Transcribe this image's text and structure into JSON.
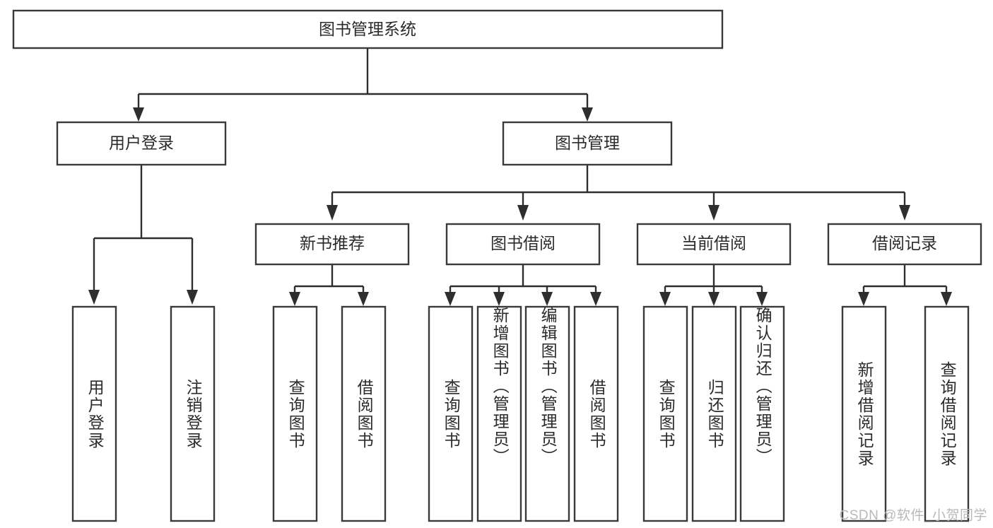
{
  "diagram": {
    "title": "图书管理系统",
    "type": "tree-hierarchy-diagram",
    "colors": {
      "box_border": "#3a3a3a",
      "connector": "#2e2e2e",
      "text": "#2b2b2b",
      "background": "#ffffff",
      "watermark": "#b9b9b9"
    },
    "root": {
      "label": "图书管理系统"
    },
    "level2": [
      {
        "label": "用户登录"
      },
      {
        "label": "图书管理"
      }
    ],
    "level3": [
      {
        "label": "新书推荐"
      },
      {
        "label": "图书借阅"
      },
      {
        "label": "当前借阅"
      },
      {
        "label": "借阅记录"
      }
    ],
    "leaves": {
      "user_login": [
        {
          "label": "用户登录"
        },
        {
          "label": "注销登录"
        }
      ],
      "new_book_recommend": [
        {
          "label": "查询图书"
        },
        {
          "label": "借阅图书"
        }
      ],
      "book_borrow": [
        {
          "label": "查询图书"
        },
        {
          "label": "新增图书（管理员）"
        },
        {
          "label": "编辑图书（管理员）"
        },
        {
          "label": "借阅图书"
        }
      ],
      "current_borrow": [
        {
          "label": "查询图书"
        },
        {
          "label": "归还图书"
        },
        {
          "label": "确认归还（管理员）"
        }
      ],
      "borrow_record": [
        {
          "label": "新增借阅记录"
        },
        {
          "label": "查询借阅记录"
        }
      ]
    },
    "watermark": "CSDN @软件_小贺同学"
  }
}
